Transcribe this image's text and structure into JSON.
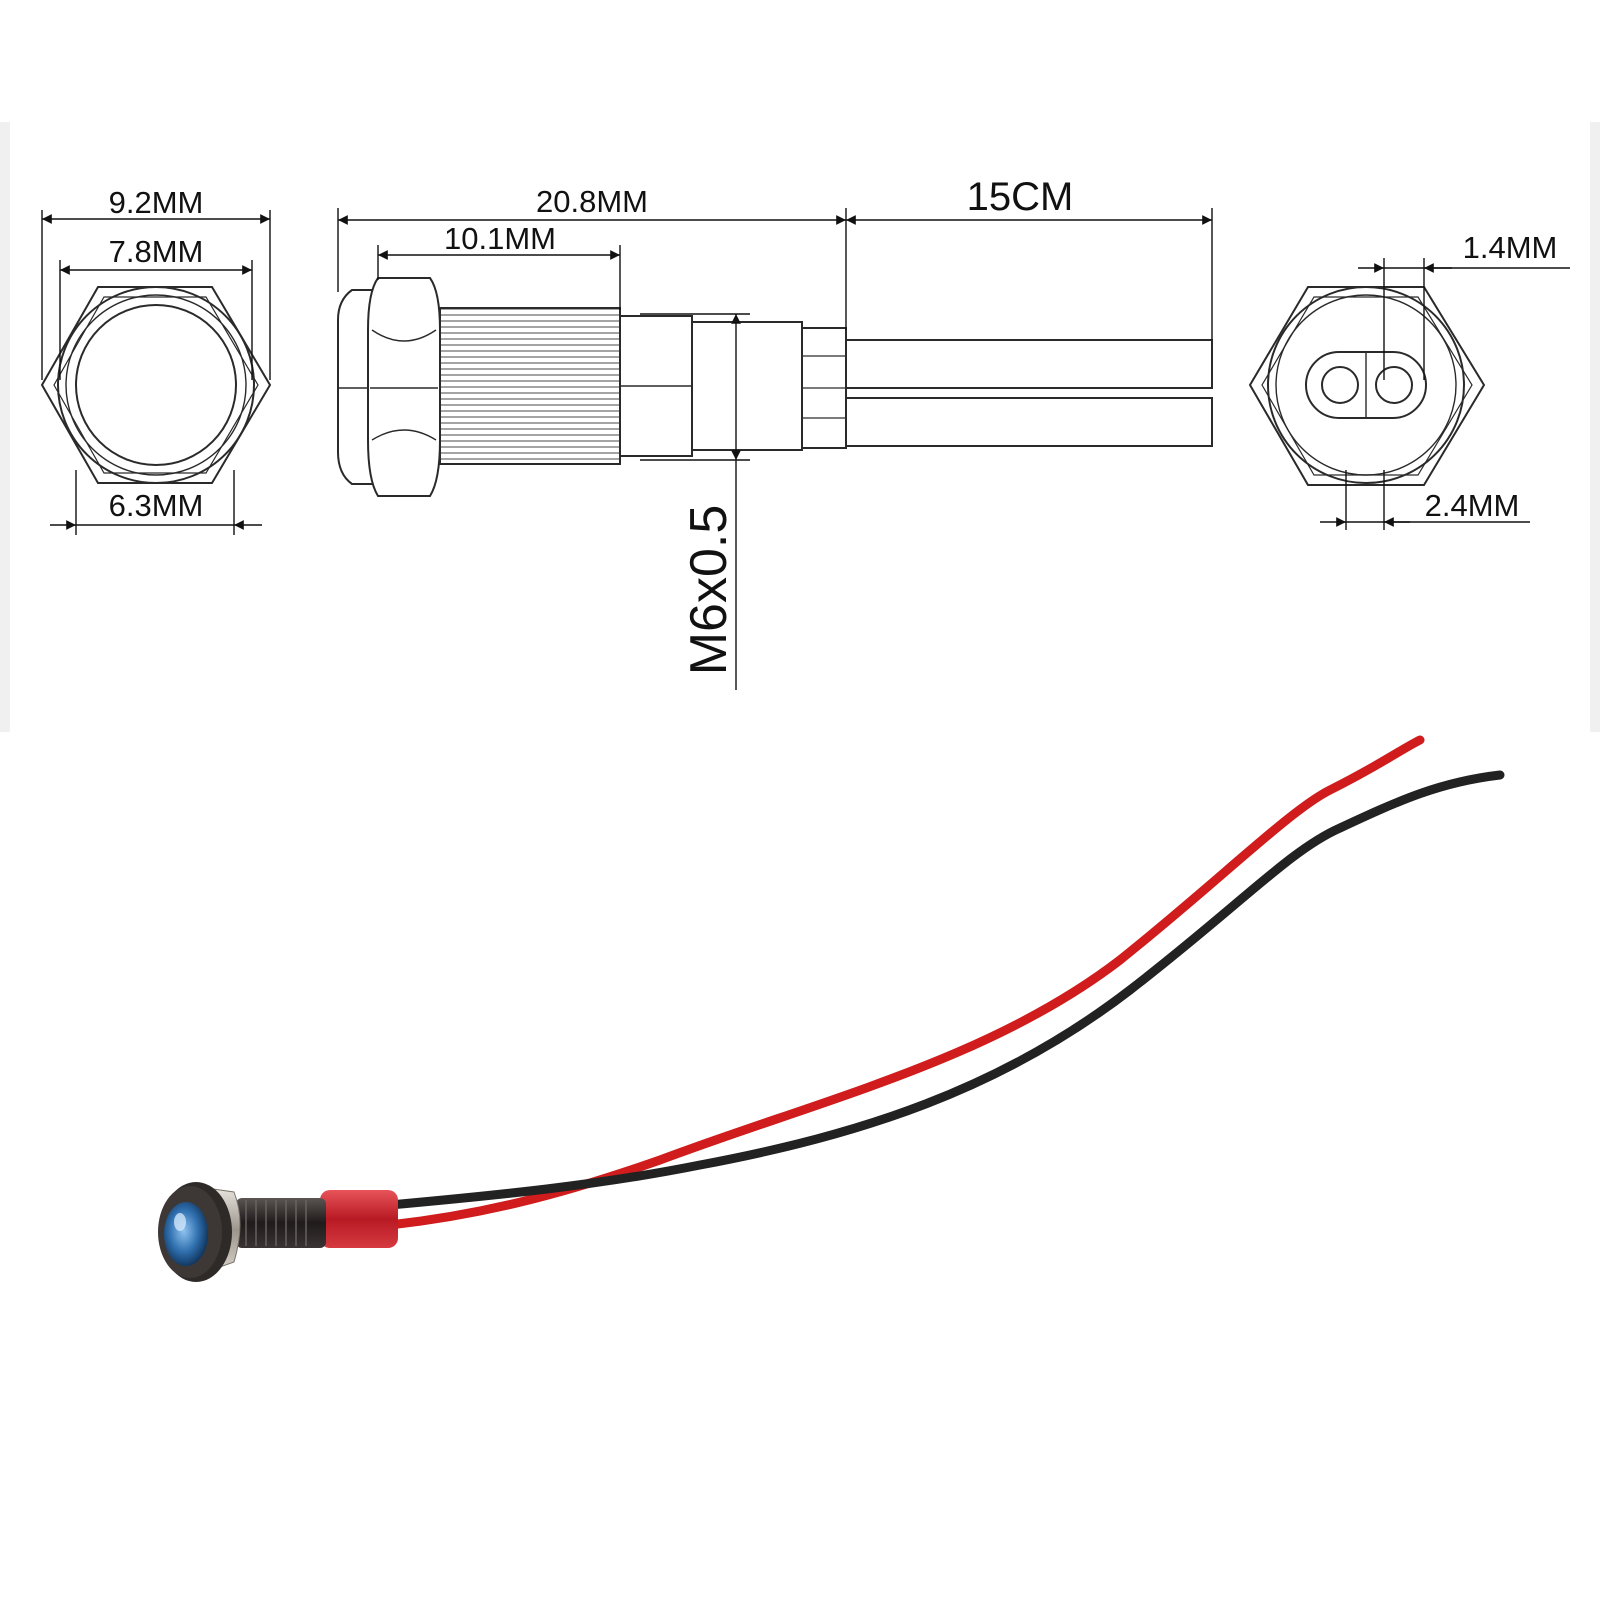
{
  "dimensions": {
    "front_outer_width": "9.2MM",
    "front_inner_width": "7.8MM",
    "front_bottom_width": "6.3MM",
    "total_length": "20.8MM",
    "thread_length": "10.1MM",
    "wire_length": "15CM",
    "thread_spec": "M6x0.5",
    "pin_hole_spacing": "1.4MM",
    "pin_offset": "2.4MM"
  },
  "colors": {
    "line": "#2a2a2a",
    "wire_red": "#d01c1c",
    "wire_black": "#222222",
    "lens_blue": "#1f5f9c",
    "bezel": "#2e2a28",
    "nut": "#b8b2aa",
    "sleeve_red": "#c8242c"
  },
  "icons": {
    "front_view": "hex-nut-front-view",
    "side_view": "indicator-side-view",
    "rear_view": "hex-rear-view-two-pins",
    "photo": "led-indicator-with-wires"
  }
}
